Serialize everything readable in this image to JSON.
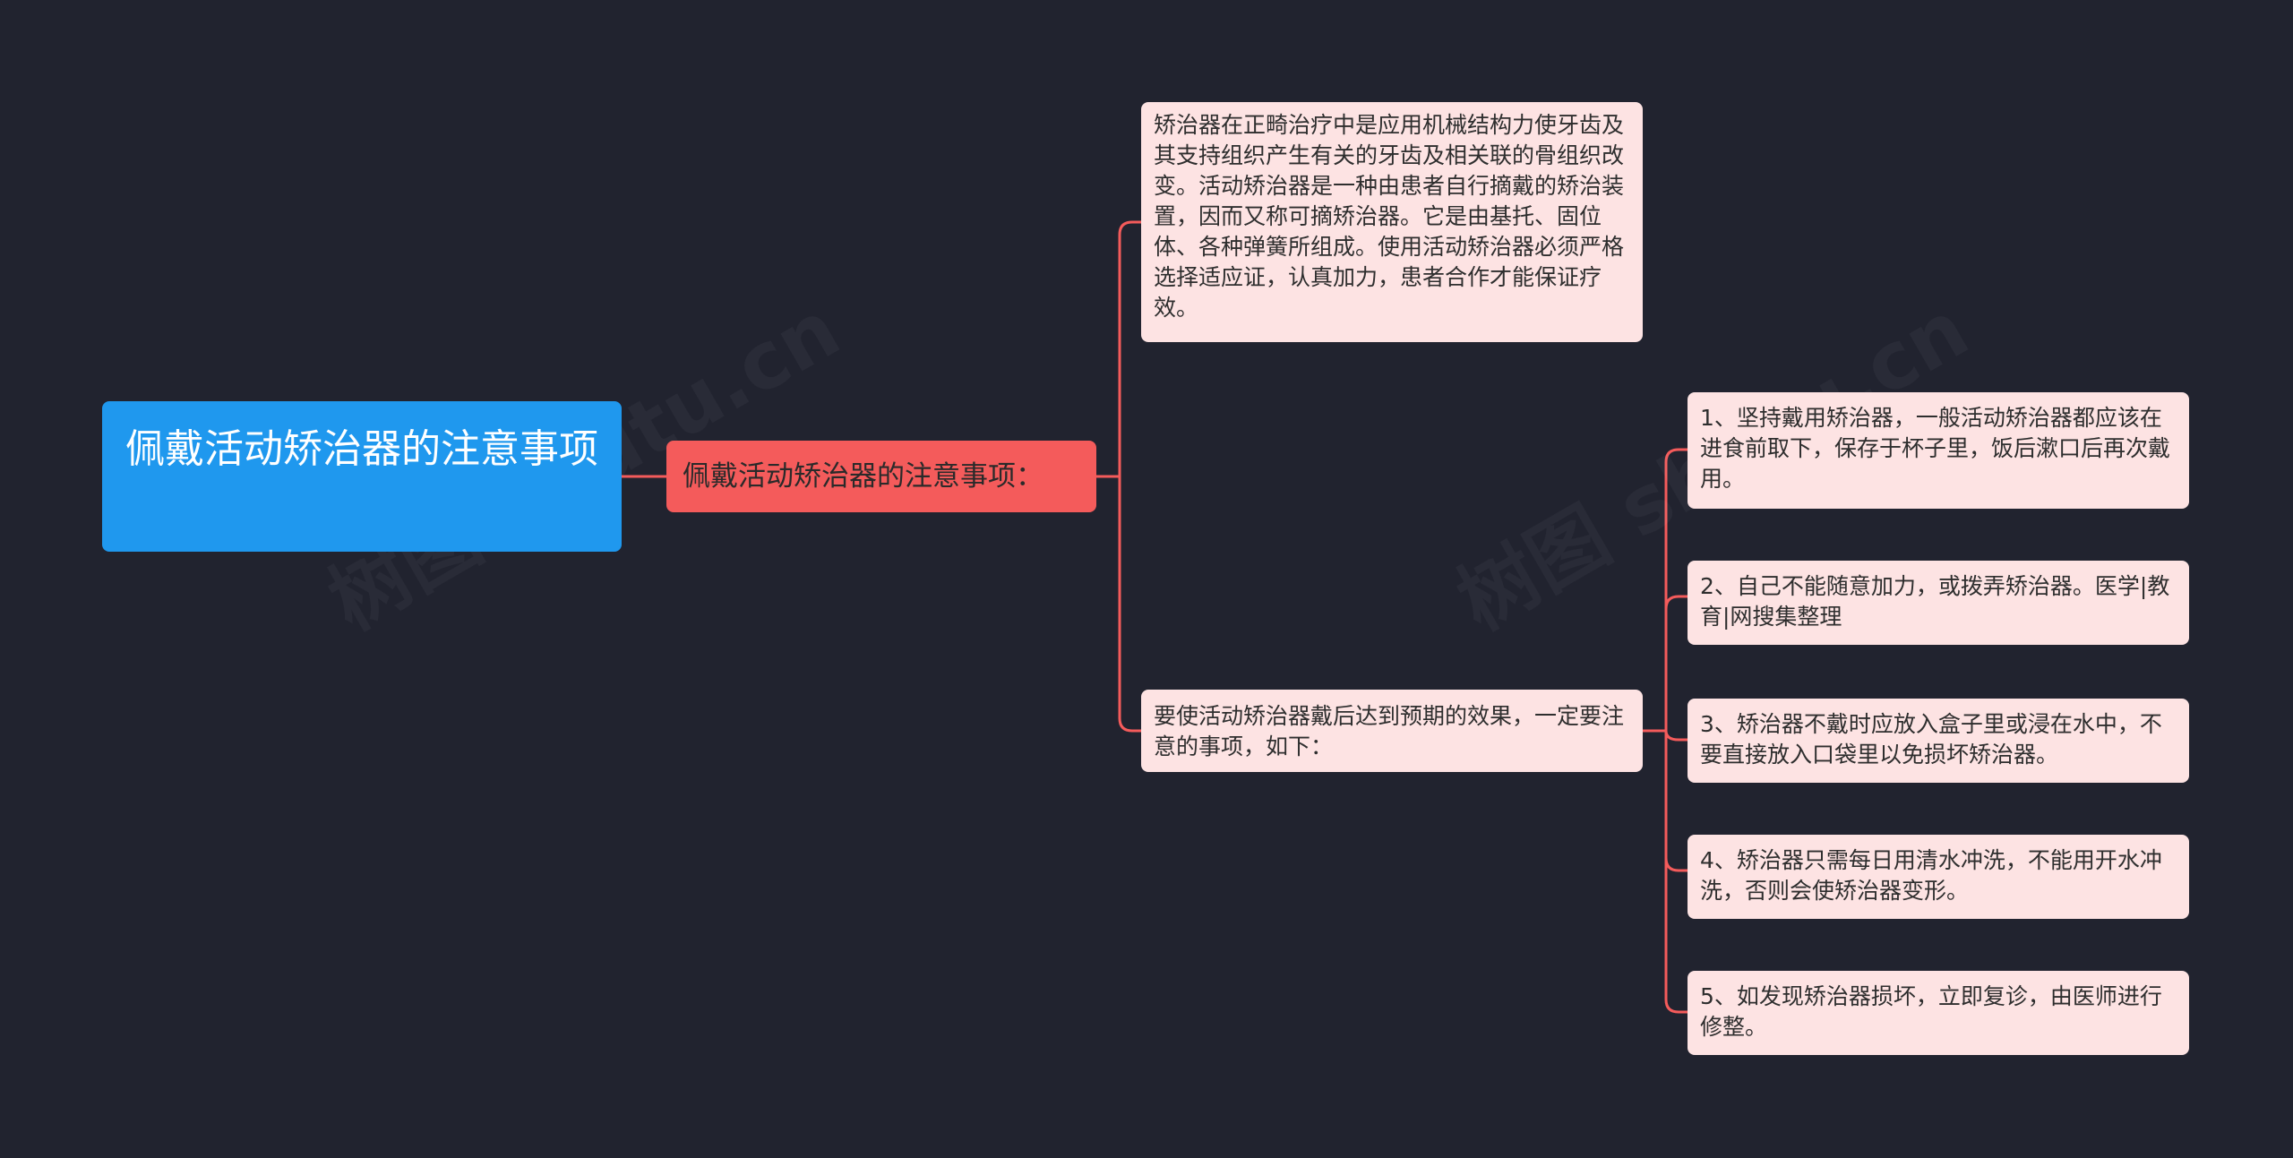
{
  "root": {
    "label": "佩戴活动矫治器的注意事项"
  },
  "branch": {
    "label": "佩戴活动矫治器的注意事项："
  },
  "definition": {
    "text": "矫治器在正畸治疗中是应用机械结构力使牙齿及其支持组织产生有关的牙齿及相关联的骨组织改变。活动矫治器是一种由患者自行摘戴的矫治装置，因而又称可摘矫治器。它是由基托、固位体、各种弹簧所组成。使用活动矫治器必须严格选择适应证，认真加力，患者合作才能保证疗效。"
  },
  "intro": {
    "text": "要使活动矫治器戴后达到预期的效果，一定要注意的事项，如下："
  },
  "tips": [
    "1、坚持戴用矫治器，一般活动矫治器都应该在进食前取下，保存于杯子里，饭后漱口后再次戴用。",
    "2、自己不能随意加力，或拨弄矫治器。医学|教育|网搜集整理",
    "3、矫治器不戴时应放入盒子里或浸在水中，不要直接放入口袋里以免损坏矫治器。",
    "4、矫治器只需每日用清水冲洗，不能用开水冲洗，否则会使矫治器变形。",
    "5、如发现矫治器损坏，立即复诊，由医师进行修整。"
  ],
  "watermarks": [
    "树图 shutu.cn",
    "树图 shutu.cn"
  ],
  "colors": {
    "background": "#21232f",
    "root": "#1f98ee",
    "branch": "#f45b5b",
    "leaf": "#fde3e3",
    "connector": "#f45b5b"
  }
}
